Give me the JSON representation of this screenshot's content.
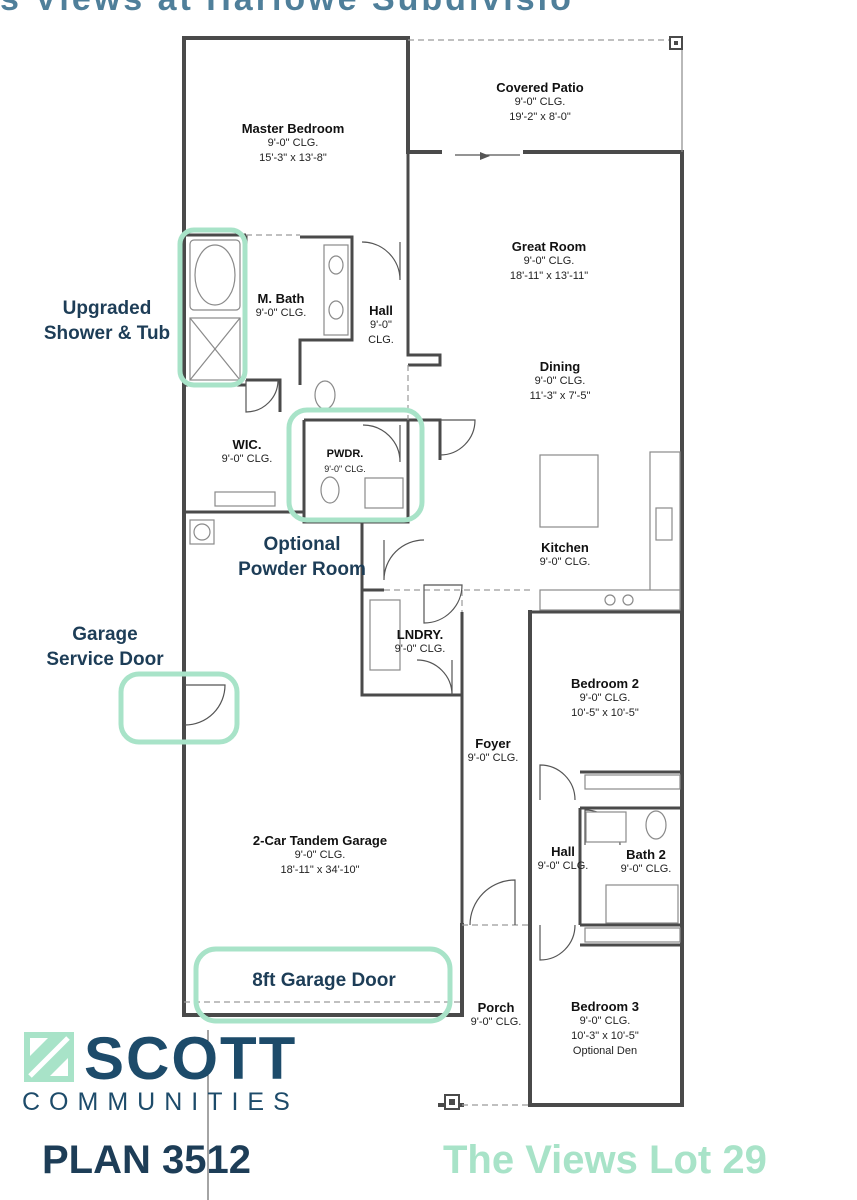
{
  "banner": "s Views at Harlowe Subdivisio",
  "rooms": {
    "covered_patio": {
      "name": "Covered Patio",
      "clg": "9'-0\" CLG.",
      "dims": "19'-2\" x 8'-0\""
    },
    "master_bedroom": {
      "name": "Master Bedroom",
      "clg": "9'-0\" CLG.",
      "dims": "15'-3\" x 13'-8\""
    },
    "great_room": {
      "name": "Great Room",
      "clg": "9'-0\" CLG.",
      "dims": "18'-11\" x 13'-11\""
    },
    "m_bath": {
      "name": "M. Bath",
      "clg": "9'-0\" CLG."
    },
    "hall_top": {
      "name": "Hall",
      "clg1": "9'-0\"",
      "clg2": "CLG."
    },
    "dining": {
      "name": "Dining",
      "clg": "9'-0\" CLG.",
      "dims": "11'-3\" x 7'-5\""
    },
    "wic": {
      "name": "WIC.",
      "clg": "9'-0\" CLG."
    },
    "pwdr": {
      "name": "PWDR.",
      "clg": "9'-0\" CLG."
    },
    "kitchen": {
      "name": "Kitchen",
      "clg": "9'-0\" CLG."
    },
    "lndry": {
      "name": "LNDRY.",
      "clg": "9'-0\" CLG."
    },
    "bedroom2": {
      "name": "Bedroom 2",
      "clg": "9'-0\" CLG.",
      "dims": "10'-5\" x 10'-5\""
    },
    "foyer": {
      "name": "Foyer",
      "clg": "9'-0\" CLG."
    },
    "garage": {
      "name": "2-Car Tandem Garage",
      "clg": "9'-0\" CLG.",
      "dims": "18'-11\" x 34'-10\""
    },
    "hall_bottom": {
      "name": "Hall",
      "clg": "9'-0\" CLG."
    },
    "bath2": {
      "name": "Bath 2",
      "clg": "9'-0\" CLG."
    },
    "porch": {
      "name": "Porch",
      "clg": "9'-0\" CLG."
    },
    "bedroom3": {
      "name": "Bedroom 3",
      "clg": "9'-0\" CLG.",
      "dims": "10'-3\" x 10'-5\"",
      "note": "Optional Den"
    }
  },
  "callouts": {
    "shower_tub": [
      "Upgraded",
      "Shower & Tub"
    ],
    "powder_room": [
      "Optional",
      "Powder Room"
    ],
    "service_door": [
      "Garage",
      "Service Door"
    ],
    "garage_door": "8ft Garage Door"
  },
  "branding": {
    "logo_word": "SCOTT",
    "logo_sub": "COMMUNITIES",
    "plan_name": "PLAN 3512",
    "lot_name": "The Views Lot 29",
    "colors": {
      "navy": "#1d3d57",
      "brand_blue": "#1d4b6a",
      "mint": "#a8e3c8"
    }
  }
}
